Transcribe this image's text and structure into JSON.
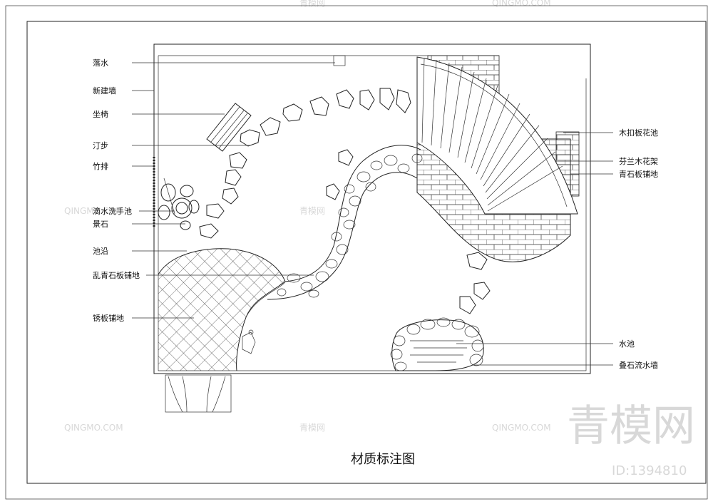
{
  "title": "材质标注图",
  "labels_left": {
    "luoshui": "落水",
    "xinjianqiang": "新建墙",
    "zuoyi": "坐椅",
    "tingbu": "汀步",
    "zhupai": "竹排",
    "dishui": "滴水洗手池",
    "jingshi": "景石",
    "chiyan": "池沿",
    "luanqing": "乱青石板铺地",
    "xiuban": "锈板铺地"
  },
  "labels_right": {
    "mukou": "木扣板花池",
    "fenlan": "芬兰木花架",
    "qingshi": "青石板铺地",
    "shuichi": "水池",
    "dieshi": "叠石流水墙"
  },
  "watermark": {
    "brand_cn": "青模网",
    "brand_en": "QINGMO.COM",
    "id_text": "ID:1394810",
    "big_text": "青模网",
    "color": "#d8d8d8"
  }
}
